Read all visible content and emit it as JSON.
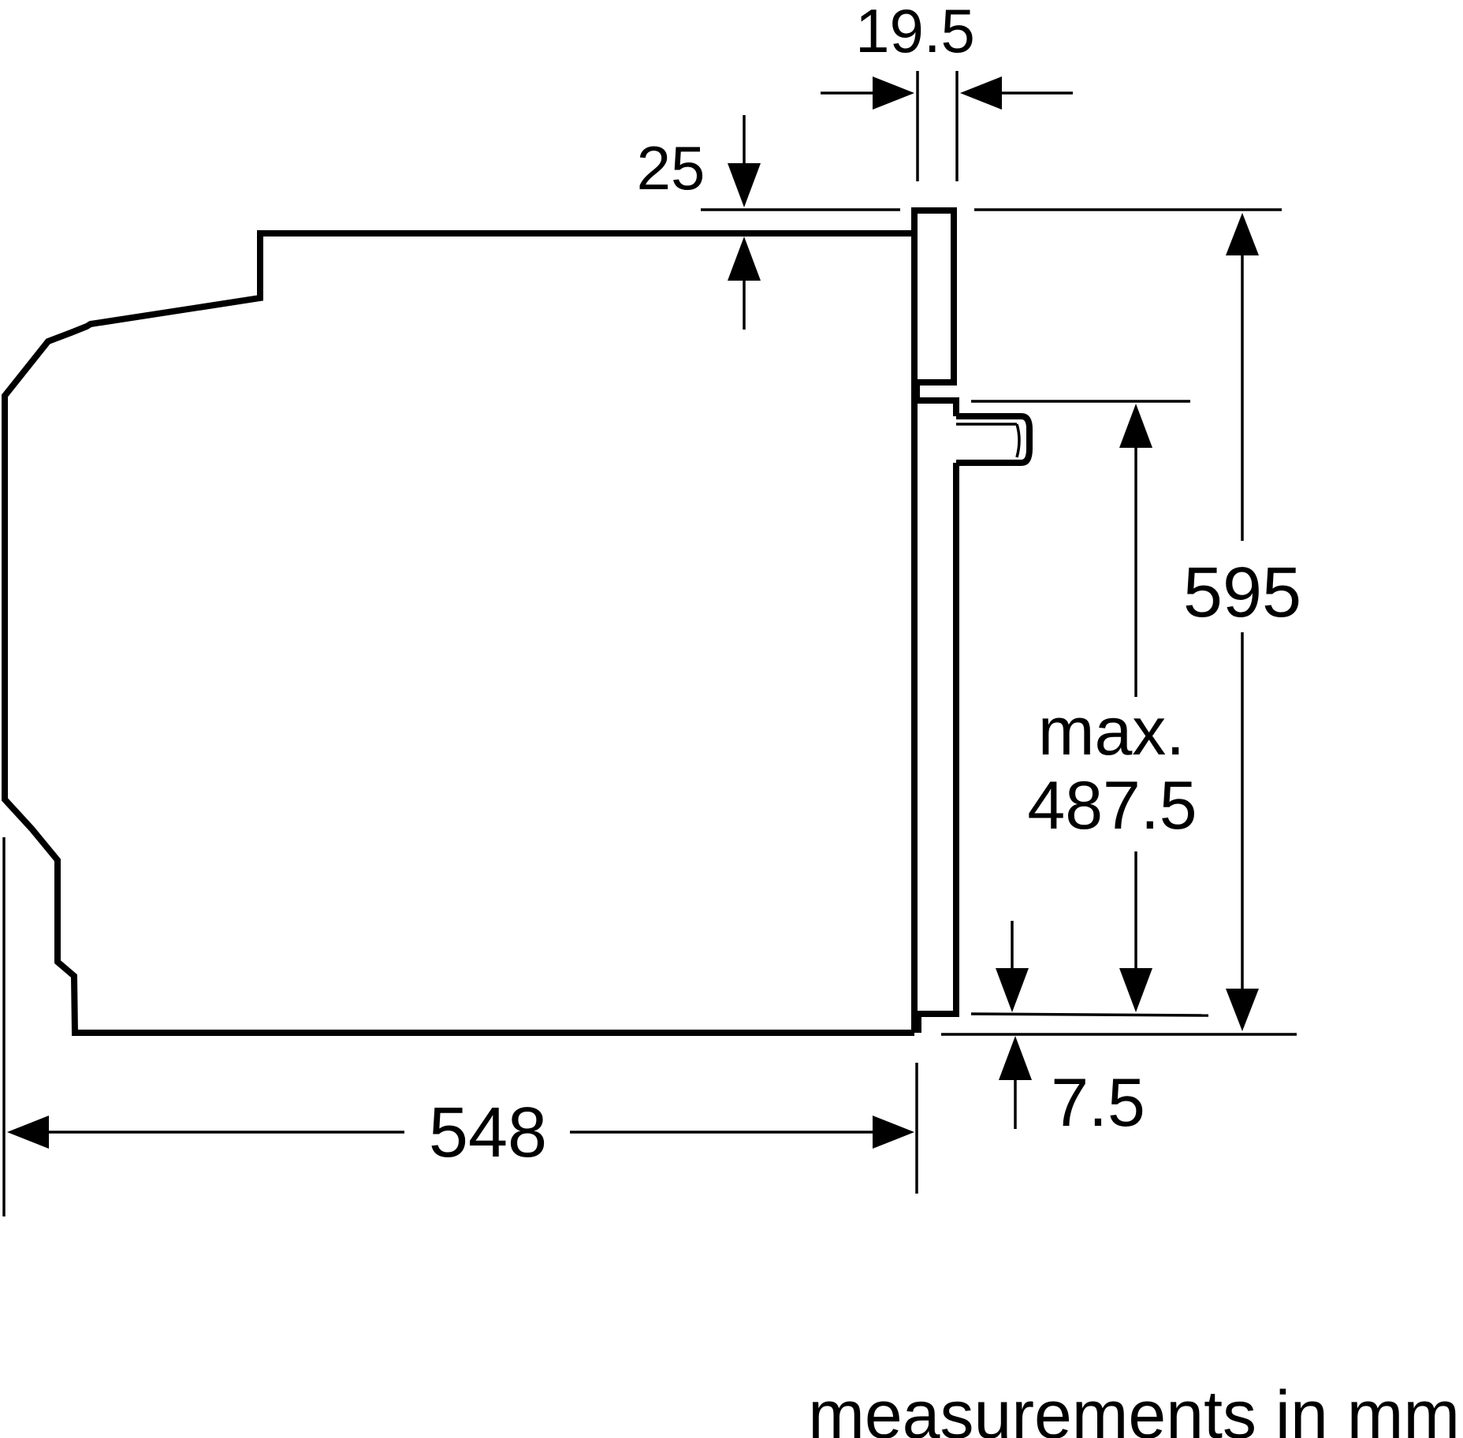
{
  "dimensions": {
    "gap_width": "19.5",
    "top_offset": "25",
    "total_height": "595",
    "max_label": "max.",
    "max_value": "487.5",
    "bottom_offset": "7.5",
    "depth": "548"
  },
  "footer": {
    "units_note": "measurements in mm"
  }
}
